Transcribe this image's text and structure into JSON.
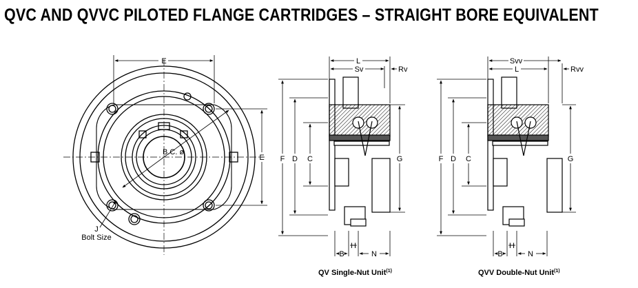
{
  "title": "QVC AND QVVC PILOTED FLANGE CARTRIDGES – STRAIGHT BORE EQUIVALENT",
  "front_view": {
    "labels": {
      "e_top": "E",
      "e_right": "E",
      "bc": "B.C. ø",
      "j": "J",
      "bolt_size": "Bolt Size"
    }
  },
  "single_nut_view": {
    "labels": {
      "l": "L",
      "sv": "Sv",
      "rv": "Rv",
      "f": "F",
      "d": "D",
      "c": "C",
      "g": "G",
      "b": "B",
      "h": "H",
      "n": "N"
    },
    "caption": "QV Single-Nut Unit",
    "caption_sup": "(1)"
  },
  "double_nut_view": {
    "labels": {
      "svv": "Svv",
      "l": "L",
      "rvv": "Rvv",
      "f": "F",
      "d": "D",
      "c": "C",
      "g": "G",
      "b": "B",
      "h": "H",
      "n": "N"
    },
    "caption": "QVV Double-Nut Unit",
    "caption_sup": "(1)"
  },
  "colors": {
    "line": "#000000",
    "shade": "#555555",
    "background": "#ffffff"
  }
}
